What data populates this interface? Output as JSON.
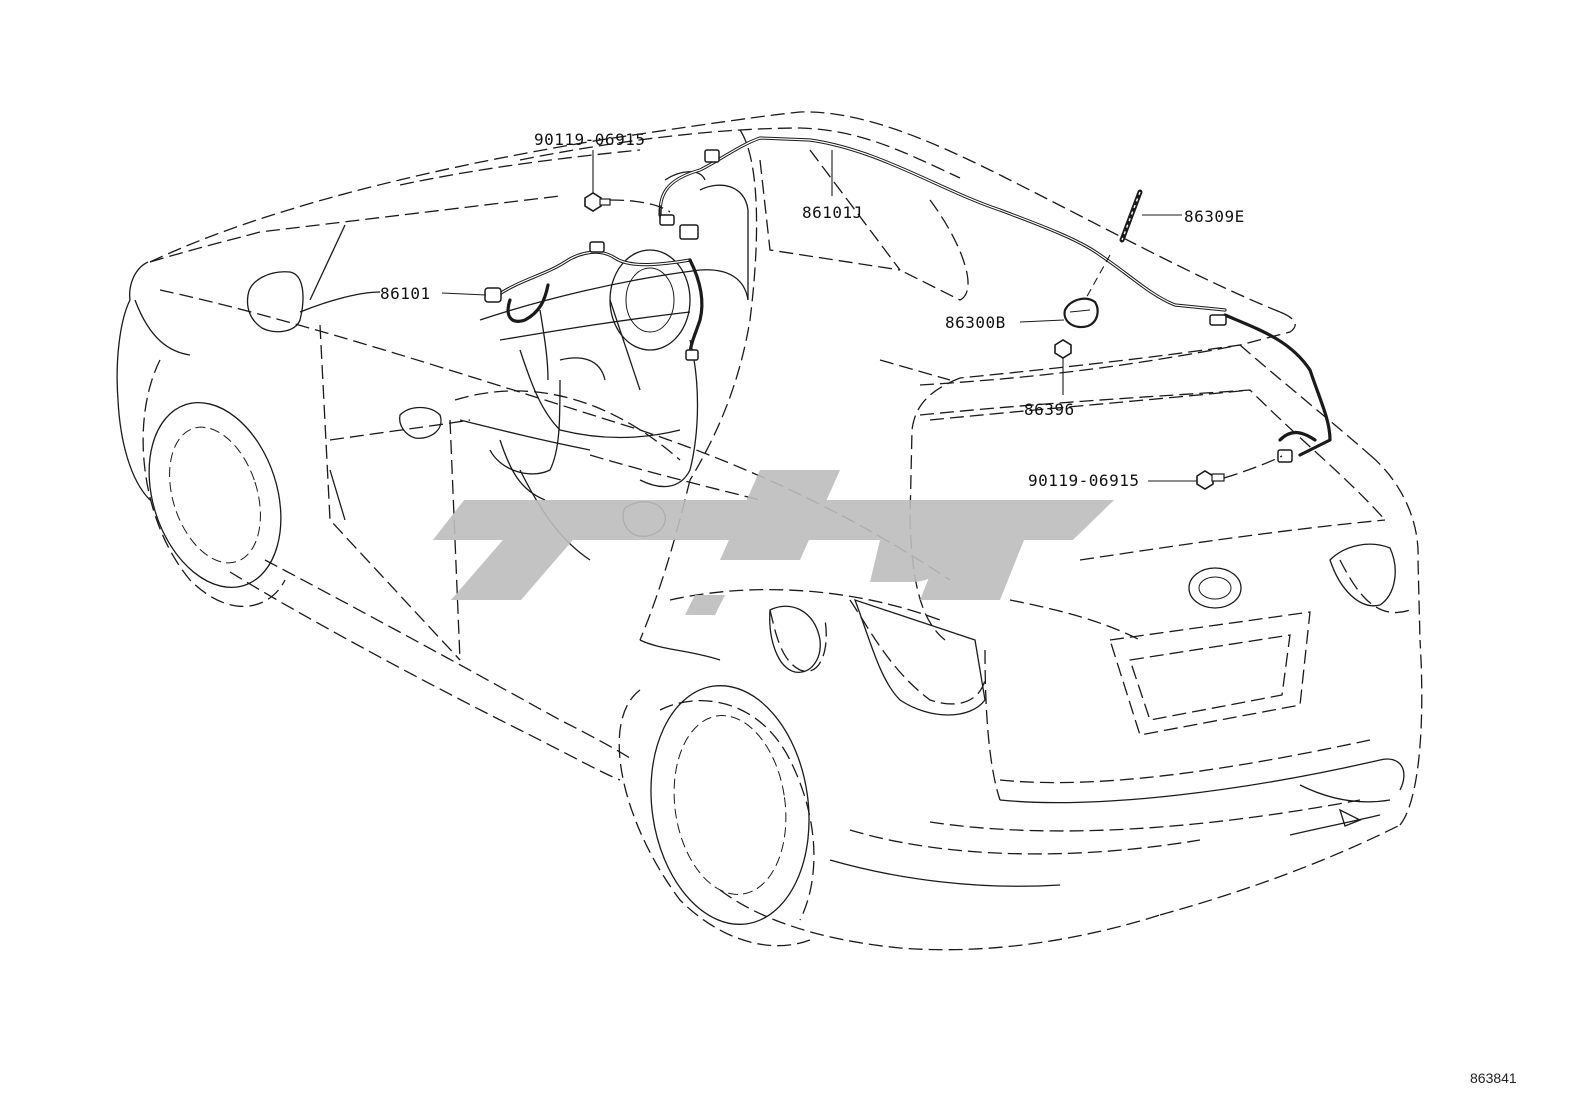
{
  "diagram": {
    "labels": {
      "screw_top": "90119-06915",
      "cord_roof": "86101J",
      "antenna_rod": "86309E",
      "cord_front": "86101",
      "antenna_base": "86300B",
      "clip": "86396",
      "screw_rear": "90119-06915"
    },
    "figure_number": "863841"
  }
}
